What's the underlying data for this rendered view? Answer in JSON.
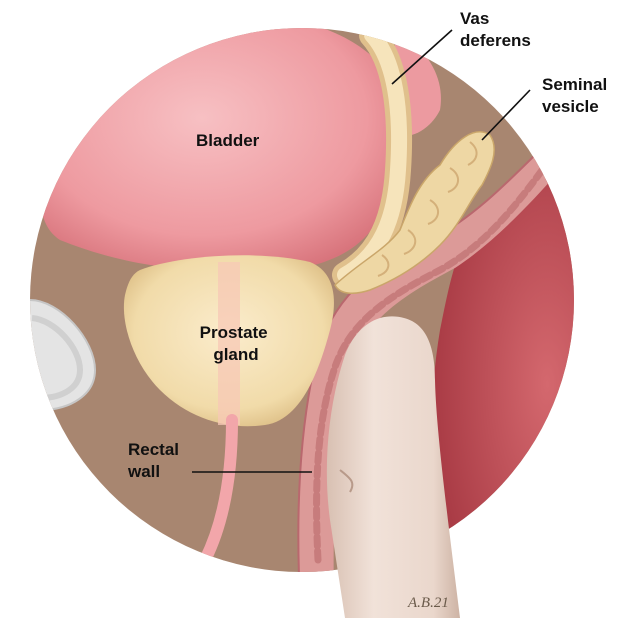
{
  "labels": {
    "vas_deferens": [
      "Vas",
      "deferens"
    ],
    "seminal_vesicle": [
      "Seminal",
      "vesicle"
    ],
    "bladder": "Bladder",
    "prostate_gland": [
      "Prostate",
      "gland"
    ],
    "rectal_wall": [
      "Rectal",
      "wall"
    ]
  },
  "signature": "A.B.21",
  "colors": {
    "background_tissue": "#a88670",
    "bladder": "#ee9aa0",
    "prostate": "#f3dfb2",
    "seminal_vesicle": "#eed7a4",
    "vas_deferens": "#f2dcac",
    "rectal_lining": "#dc9a98",
    "rectum_cavity": "#c4525a",
    "finger": "#ead7cc",
    "urethra": "#f2a6aa",
    "pubic_bone": "#e4e4e4"
  }
}
